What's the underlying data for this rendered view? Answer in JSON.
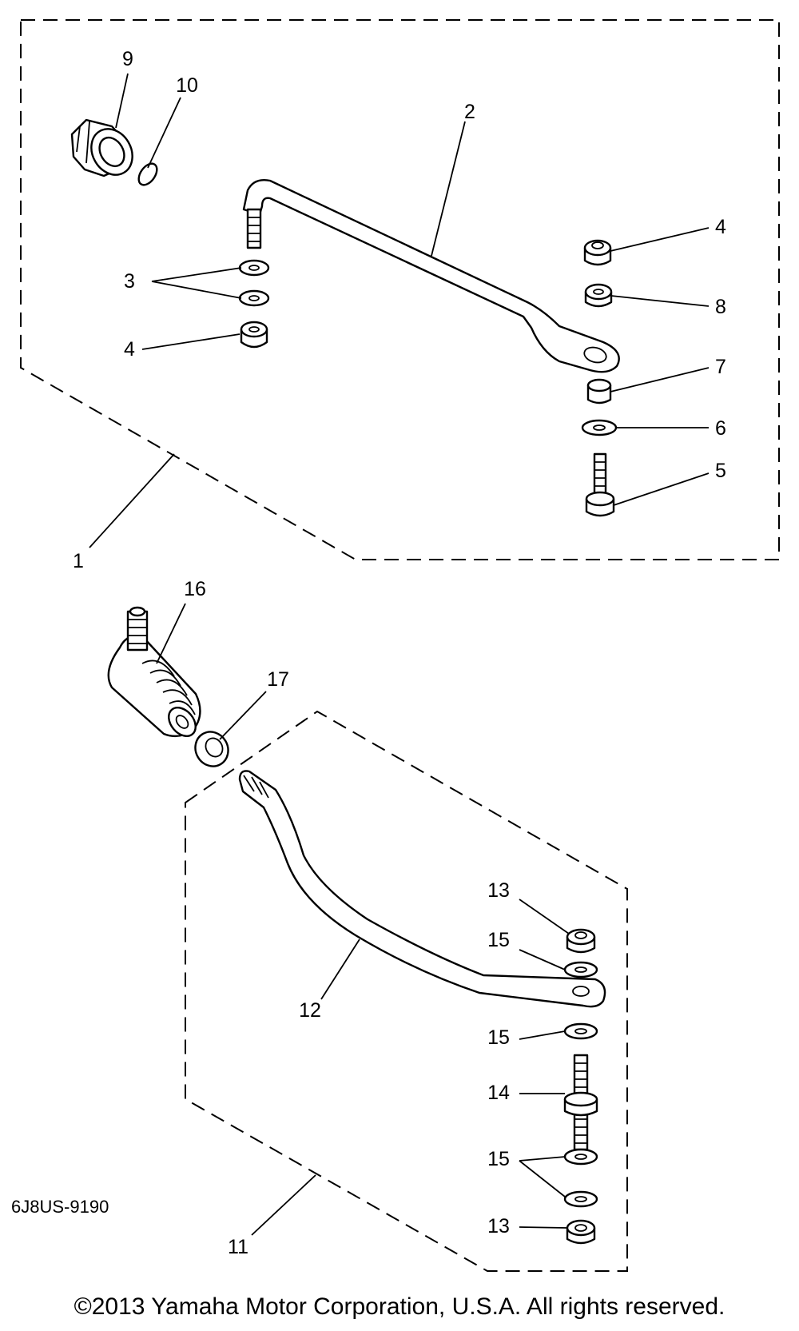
{
  "diagram_code": "6J8US-9190",
  "copyright": "©2013 Yamaha Motor Corporation, U.S.A. All rights reserved.",
  "callouts": {
    "c1": "1",
    "c2": "2",
    "c3": "3",
    "c4a": "4",
    "c4b": "4",
    "c5": "5",
    "c6": "6",
    "c7": "7",
    "c8": "8",
    "c9": "9",
    "c10": "10",
    "c11": "11",
    "c12": "12",
    "c13a": "13",
    "c13b": "13",
    "c14": "14",
    "c15a": "15",
    "c15b": "15",
    "c15c": "15",
    "c16": "16",
    "c17": "17"
  }
}
